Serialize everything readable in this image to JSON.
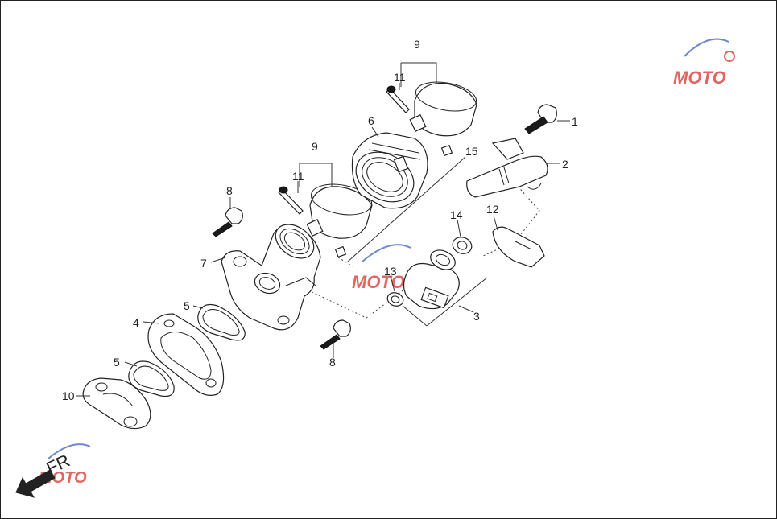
{
  "diagram": {
    "callouts": [
      {
        "id": "c1",
        "label": "1"
      },
      {
        "id": "c2",
        "label": "2"
      },
      {
        "id": "c3",
        "label": "3"
      },
      {
        "id": "c4",
        "label": "4"
      },
      {
        "id": "c5a",
        "label": "5"
      },
      {
        "id": "c5b",
        "label": "5"
      },
      {
        "id": "c6",
        "label": "6"
      },
      {
        "id": "c7",
        "label": "7"
      },
      {
        "id": "c8a",
        "label": "8"
      },
      {
        "id": "c8b",
        "label": "8"
      },
      {
        "id": "c9a",
        "label": "9"
      },
      {
        "id": "c9b",
        "label": "9"
      },
      {
        "id": "c10",
        "label": "10"
      },
      {
        "id": "c11a",
        "label": "11"
      },
      {
        "id": "c11b",
        "label": "11"
      },
      {
        "id": "c12",
        "label": "12"
      },
      {
        "id": "c13",
        "label": "13"
      },
      {
        "id": "c14",
        "label": "14"
      },
      {
        "id": "c15",
        "label": "15"
      }
    ],
    "direction_label": "FR",
    "watermark": "MOTO"
  },
  "colors": {
    "ink": "#222222",
    "watermark_red": "#d8403a",
    "watermark_blue": "#4a6cc8"
  }
}
